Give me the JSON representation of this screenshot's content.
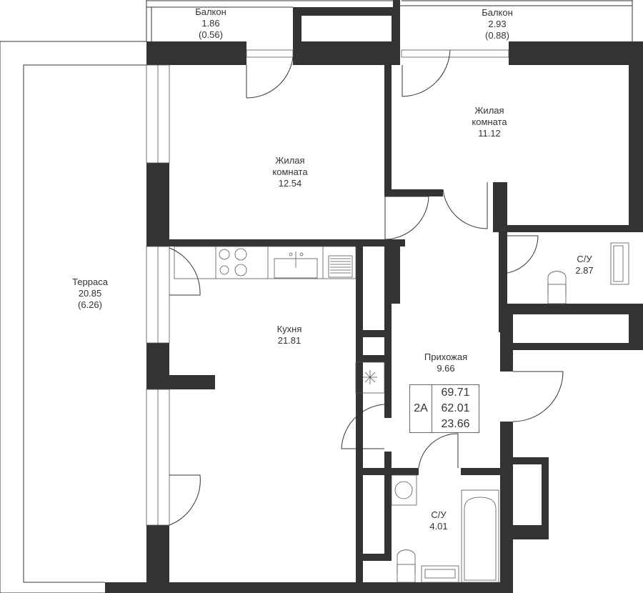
{
  "rooms": [
    {
      "name": "Балкон",
      "area": "1.86",
      "reduced_area": "(0.56)"
    },
    {
      "name": "Балкон",
      "area": "2.93",
      "reduced_area": "(0.88)"
    },
    {
      "name": "Жилая",
      "name2": "комната",
      "area": "12.54"
    },
    {
      "name": "Жилая",
      "name2": "комната",
      "area": "11.12"
    },
    {
      "name": "Терраса",
      "area": "20.85",
      "reduced_area": "(6.26)"
    },
    {
      "name": "Кухня",
      "area": "21.81"
    },
    {
      "name": "Прихожая",
      "area": "9.66"
    },
    {
      "name": "С/У",
      "area": "2.87"
    },
    {
      "name": "С/У",
      "area": "4.01"
    }
  ],
  "summary": {
    "type": "2А",
    "total_area": "69.71",
    "living_area": "62.01",
    "other_area": "23.66"
  },
  "colors": {
    "wall": "#333333",
    "line": "#333333"
  }
}
